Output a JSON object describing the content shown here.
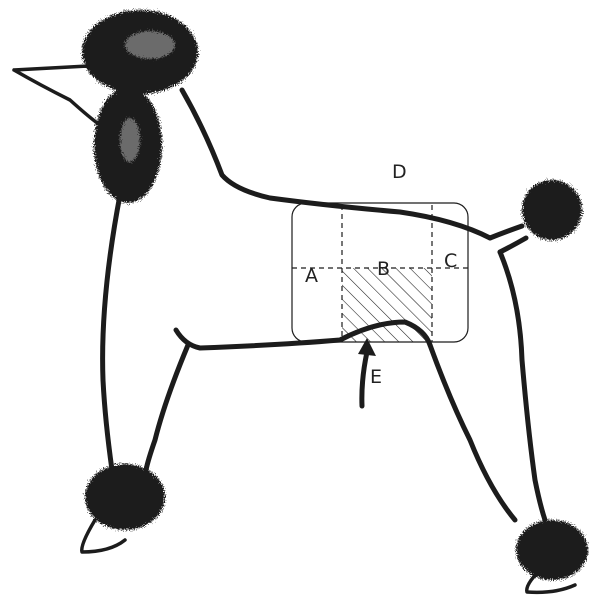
{
  "labels": {
    "a": "A",
    "b": "B",
    "c": "C",
    "d": "D",
    "e": "E"
  },
  "colors": {
    "ink": "#1c1c1c",
    "background": "#ffffff"
  }
}
